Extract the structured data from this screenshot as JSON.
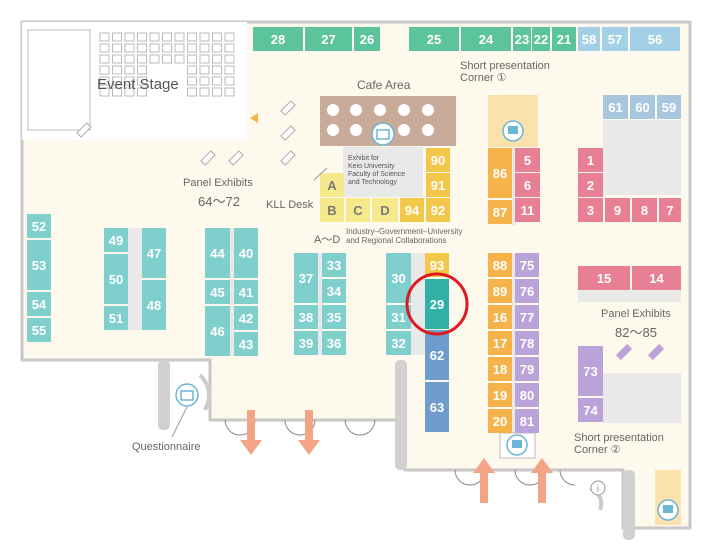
{
  "colors": {
    "floor": "#fdf9ed",
    "wall": "#c8c8c8",
    "white": "#ffffff",
    "green": "#5cc49a",
    "light_blue": "#a3cfe7",
    "steel_blue": "#a8c6de",
    "teal": "#7fcfcc",
    "teal_dark": "#31b0a8",
    "blue": "#6d9ccd",
    "yellow": "#f6e98c",
    "gold": "#f3c84a",
    "orange": "#f6b34c",
    "pink": "#e77f95",
    "pink_light": "#eab2c1",
    "purple": "#bba2d8",
    "grey": "#e9e9e9",
    "brown": "#c8ab98",
    "highlight": "#dd1a22",
    "arrow": "#f2a484",
    "text": "#666666"
  },
  "labels": {
    "event_stage": "Event Stage",
    "cafe_area": "Cafe Area",
    "short_pres_1": "Short presentation\nCorner ①",
    "short_pres_2": "Short presentation\nCorner ②",
    "panel_exhibits_1": "Panel Exhibits",
    "panel_exhibits_1_range": "64～72",
    "panel_exhibits_2": "Panel Exhibits",
    "panel_exhibits_2_range": "82～85",
    "kll_desk": "KLL Desk",
    "exhibit_for": "Exhibit for\nKeio University\nFaculty of Science\nand Technology",
    "a_to_d": "A～D",
    "industry": "Industry–Government–University\nand Regional Collaborations",
    "questionnaire": "Questionnaire"
  },
  "highlighted_booth": "29",
  "booths": [
    {
      "label": "28",
      "c": "green"
    },
    {
      "label": "27",
      "c": "green"
    },
    {
      "label": "26",
      "c": "green"
    },
    {
      "label": "25",
      "c": "green"
    },
    {
      "label": "24",
      "c": "green"
    },
    {
      "label": "23",
      "c": "green"
    },
    {
      "label": "22",
      "c": "green"
    },
    {
      "label": "21",
      "c": "green"
    },
    {
      "label": "58",
      "c": "light_blue"
    },
    {
      "label": "57",
      "c": "light_blue"
    },
    {
      "label": "56",
      "c": "light_blue"
    },
    {
      "label": "61",
      "c": "steel_blue"
    },
    {
      "label": "60",
      "c": "steel_blue"
    },
    {
      "label": "59",
      "c": "steel_blue"
    },
    {
      "label": "90",
      "c": "gold"
    },
    {
      "label": "91",
      "c": "gold"
    },
    {
      "label": "92",
      "c": "gold"
    },
    {
      "label": "94",
      "c": "gold"
    },
    {
      "label": "A",
      "c": "yellow"
    },
    {
      "label": "B",
      "c": "yellow"
    },
    {
      "label": "C",
      "c": "yellow"
    },
    {
      "label": "D",
      "c": "yellow"
    },
    {
      "label": "86",
      "c": "orange"
    },
    {
      "label": "87",
      "c": "orange"
    },
    {
      "label": "5",
      "c": "pink"
    },
    {
      "label": "6",
      "c": "pink"
    },
    {
      "label": "11",
      "c": "pink"
    },
    {
      "label": "1",
      "c": "pink"
    },
    {
      "label": "2",
      "c": "pink"
    },
    {
      "label": "3",
      "c": "pink"
    },
    {
      "label": "9",
      "c": "pink"
    },
    {
      "label": "8",
      "c": "pink"
    },
    {
      "label": "7",
      "c": "pink"
    },
    {
      "label": "15",
      "c": "pink"
    },
    {
      "label": "14",
      "c": "pink"
    },
    {
      "label": "52",
      "c": "teal"
    },
    {
      "label": "53",
      "c": "teal"
    },
    {
      "label": "54",
      "c": "teal"
    },
    {
      "label": "55",
      "c": "teal"
    },
    {
      "label": "49",
      "c": "teal"
    },
    {
      "label": "50",
      "c": "teal"
    },
    {
      "label": "51",
      "c": "teal"
    },
    {
      "label": "47",
      "c": "teal"
    },
    {
      "label": "48",
      "c": "teal"
    },
    {
      "label": "44",
      "c": "teal"
    },
    {
      "label": "45",
      "c": "teal"
    },
    {
      "label": "46",
      "c": "teal"
    },
    {
      "label": "40",
      "c": "teal"
    },
    {
      "label": "41",
      "c": "teal"
    },
    {
      "label": "42",
      "c": "teal"
    },
    {
      "label": "43",
      "c": "teal"
    },
    {
      "label": "37",
      "c": "teal"
    },
    {
      "label": "38",
      "c": "teal"
    },
    {
      "label": "39",
      "c": "teal"
    },
    {
      "label": "33",
      "c": "teal"
    },
    {
      "label": "34",
      "c": "teal"
    },
    {
      "label": "35",
      "c": "teal"
    },
    {
      "label": "36",
      "c": "teal"
    },
    {
      "label": "30",
      "c": "teal"
    },
    {
      "label": "31",
      "c": "teal"
    },
    {
      "label": "32",
      "c": "teal"
    },
    {
      "label": "93",
      "c": "gold"
    },
    {
      "label": "29",
      "c": "teal_dark"
    },
    {
      "label": "62",
      "c": "blue"
    },
    {
      "label": "63",
      "c": "blue"
    },
    {
      "label": "88",
      "c": "orange"
    },
    {
      "label": "89",
      "c": "orange"
    },
    {
      "label": "16",
      "c": "orange"
    },
    {
      "label": "17",
      "c": "orange"
    },
    {
      "label": "18",
      "c": "orange"
    },
    {
      "label": "19",
      "c": "orange"
    },
    {
      "label": "20",
      "c": "orange"
    },
    {
      "label": "75",
      "c": "purple"
    },
    {
      "label": "76",
      "c": "purple"
    },
    {
      "label": "77",
      "c": "purple"
    },
    {
      "label": "78",
      "c": "purple"
    },
    {
      "label": "79",
      "c": "purple"
    },
    {
      "label": "80",
      "c": "purple"
    },
    {
      "label": "81",
      "c": "purple"
    },
    {
      "label": "73",
      "c": "purple"
    },
    {
      "label": "74",
      "c": "purple"
    }
  ]
}
